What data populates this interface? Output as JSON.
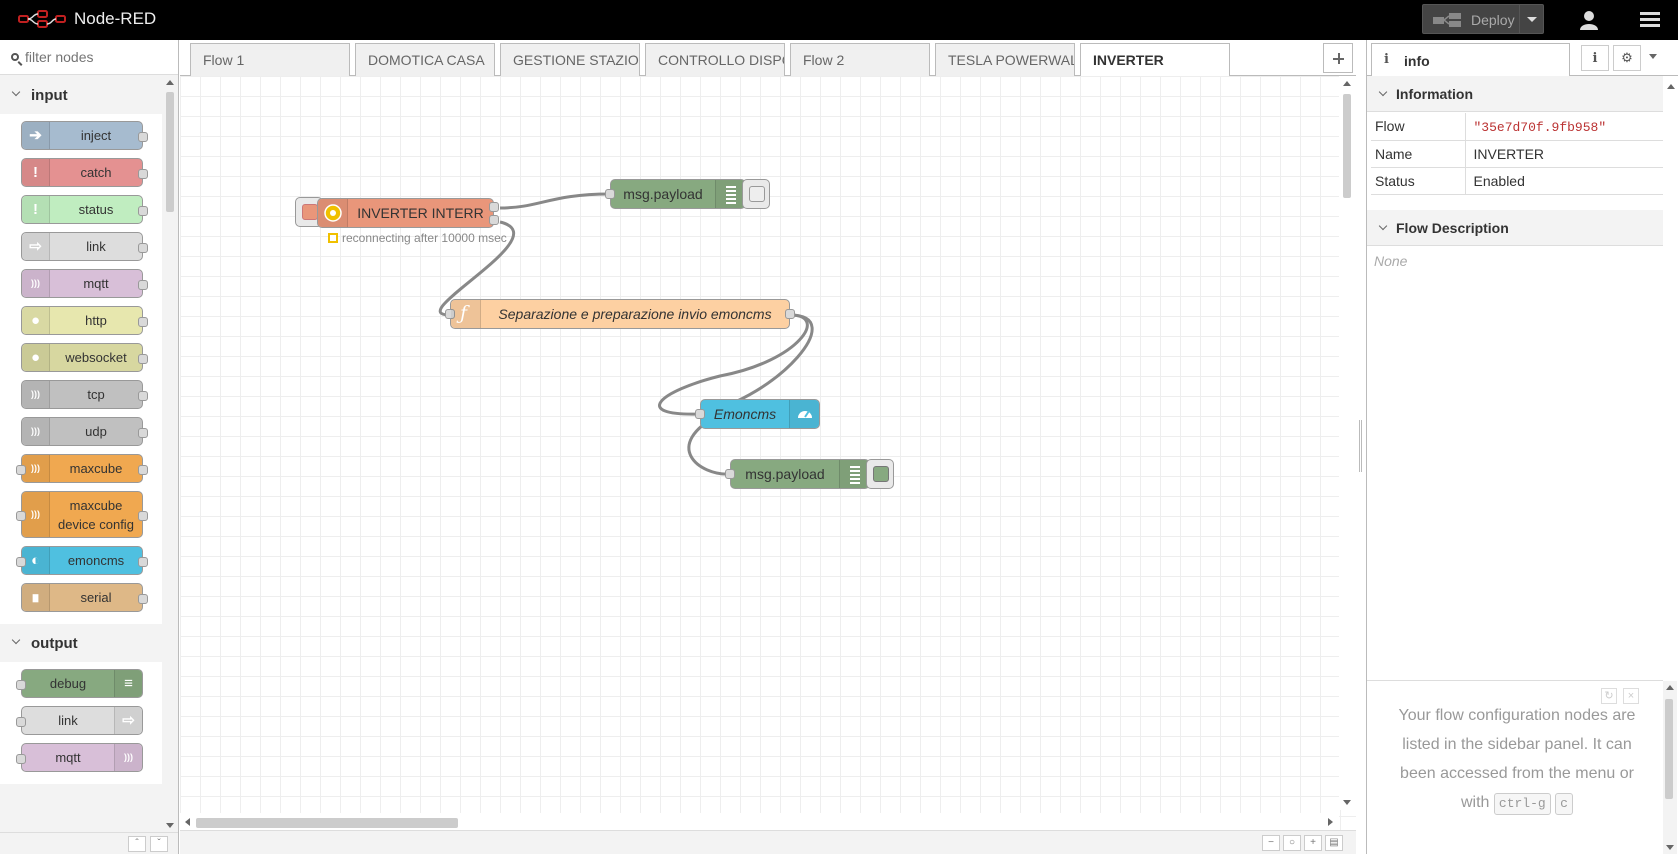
{
  "header": {
    "app_title": "Node-RED",
    "deploy_label": "Deploy"
  },
  "palette": {
    "search_placeholder": "filter nodes",
    "categories": [
      {
        "name": "input",
        "nodes": [
          {
            "label": "inject",
            "color": "#a6bbcf",
            "icon": "arrow-in-icon"
          },
          {
            "label": "catch",
            "color": "#e49191",
            "icon": "alert-icon"
          },
          {
            "label": "status",
            "color": "#c0edc0",
            "icon": "alert-icon"
          },
          {
            "label": "link",
            "color": "#dddddd",
            "icon": "link-in-icon"
          },
          {
            "label": "mqtt",
            "color": "#d8bfd8",
            "icon": "bridge-icon"
          },
          {
            "label": "http",
            "color": "#e7e7ae",
            "icon": "globe-icon"
          },
          {
            "label": "websocket",
            "color": "#d7d7a0",
            "icon": "globe-icon"
          },
          {
            "label": "tcp",
            "color": "#c0c0c0",
            "icon": "bridge-icon"
          },
          {
            "label": "udp",
            "color": "#c0c0c0",
            "icon": "bridge-icon"
          },
          {
            "label": "maxcube",
            "color": "#f0a850",
            "icon": "bridge-icon"
          },
          {
            "label": "maxcube device config",
            "line1": "maxcube",
            "line2": "device config",
            "color": "#f0a850",
            "icon": "bridge-icon"
          },
          {
            "label": "emoncms",
            "color": "#4fc0e0",
            "icon": "gauge-icon"
          },
          {
            "label": "serial",
            "color": "#deb887",
            "icon": "serial-icon"
          }
        ]
      },
      {
        "name": "output",
        "nodes": [
          {
            "label": "debug",
            "color": "#87a980",
            "icon": "debug-icon"
          },
          {
            "label": "link",
            "color": "#dddddd",
            "icon": "link-out-icon"
          },
          {
            "label": "mqtt",
            "color": "#d8bfd8",
            "icon": "bridge-icon"
          }
        ]
      }
    ]
  },
  "tabs": [
    {
      "label": "Flow 1"
    },
    {
      "label": "DOMOTICA CASA"
    },
    {
      "label": "GESTIONE STAZION"
    },
    {
      "label": "CONTROLLO DISPO"
    },
    {
      "label": "Flow 2"
    },
    {
      "label": "TESLA POWERWALL"
    },
    {
      "label": "INVERTER",
      "active": true
    }
  ],
  "workspace": {
    "nodes": {
      "inverter": {
        "label": "INVERTER INTERR",
        "color": "#e9967a",
        "status": "reconnecting after 10000 msec"
      },
      "payload1": {
        "label": "msg.payload",
        "color": "#87a980"
      },
      "function": {
        "label": "Separazione e preparazione invio emoncms",
        "color": "#fdd0a2"
      },
      "emoncms": {
        "label": "Emoncms",
        "color": "#4fc0e0"
      },
      "payload2": {
        "label": "msg.payload",
        "color": "#87a980"
      }
    }
  },
  "sidebar": {
    "tab_label": "info",
    "info_section": "Information",
    "rows": [
      {
        "key": "Flow",
        "value": "\"35e7d70f.9fb958\""
      },
      {
        "key": "Name",
        "value": "INVERTER"
      },
      {
        "key": "Status",
        "value": "Enabled"
      }
    ],
    "desc_section": "Flow Description",
    "desc_value": "None",
    "help_text_1": "Your flow configuration nodes are listed in the sidebar panel. It can been accessed from the menu or with",
    "help_kbd_1": "ctrl-g",
    "help_kbd_2": "c"
  }
}
